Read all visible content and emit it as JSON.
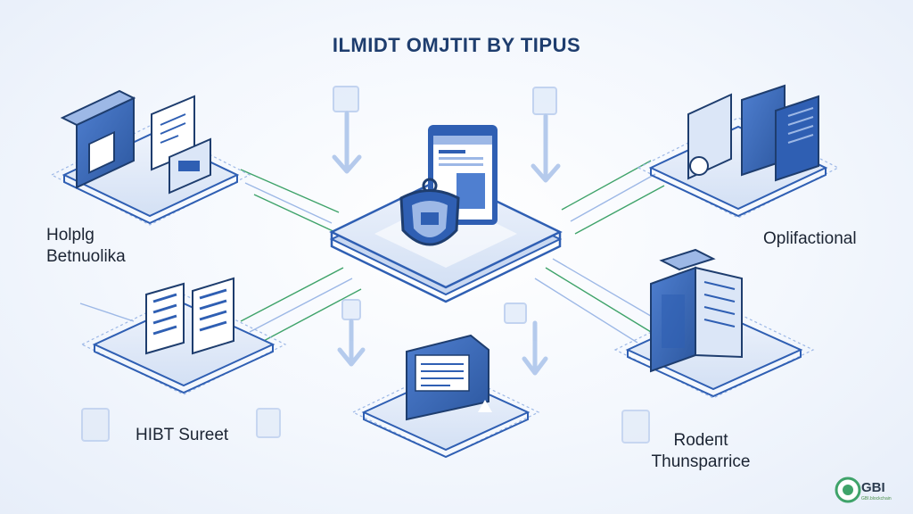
{
  "title": "ILMIDT OMJTIT BY TIPUS",
  "labels": {
    "left_top_line1": "Holplg",
    "left_top_line2": "Betnuolika",
    "right_top": "Oplifactional",
    "left_bottom": "HIBT Sureet",
    "right_bottom_line1": "Rodeпt",
    "right_bottom_line2": "Thunsparrice"
  },
  "logo": {
    "text": "GBI",
    "subtext": "GBI.blockchain"
  },
  "colors": {
    "primary": "#2f5fb3",
    "dark": "#1e3d6e",
    "light": "#9db8e6",
    "platform": "#dbe6f7",
    "green_line": "#3fa36a"
  }
}
